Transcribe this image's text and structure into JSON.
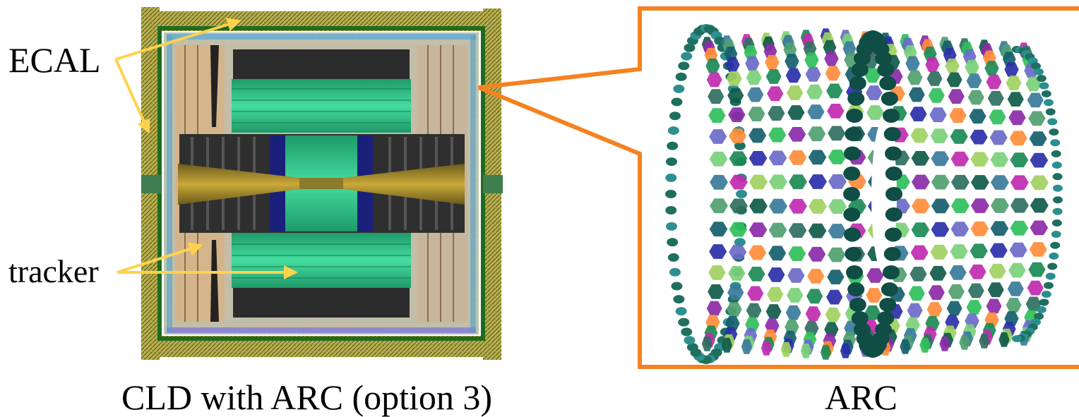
{
  "labels": {
    "ecal": "ECAL",
    "tracker": "tracker"
  },
  "captions": {
    "left": "CLD with ARC (option 3)",
    "right": "ARC"
  },
  "colors": {
    "arrow": "#ffd24d",
    "zoom_frame": "#f58220",
    "tracker_green": "#2fc98a",
    "ecal_yellow": "#b5b247",
    "dark_module": "#2b2b2b"
  }
}
